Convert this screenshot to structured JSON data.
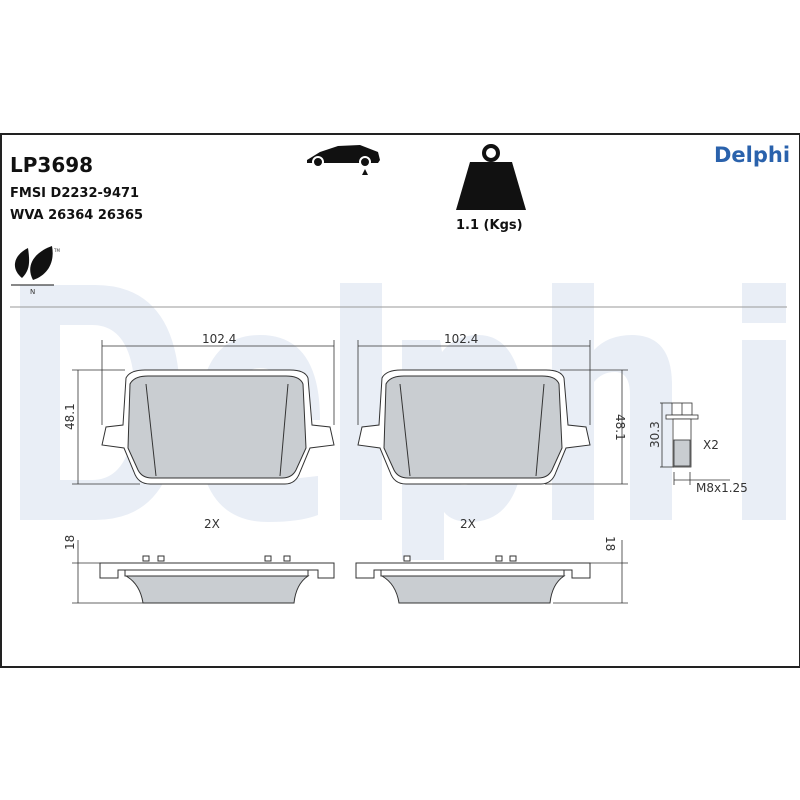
{
  "header": {
    "part_number": "LP3698",
    "fmsi": "FMSI D2232-9471",
    "wva": "WVA 26364 26365",
    "brand": "Delphi",
    "brand_color": "#2a62ac",
    "weight": "1.1 (Kgs)",
    "eco_mark": {
      "tm": "TM",
      "letter": "N"
    },
    "icons": [
      "car-rear-axle-icon",
      "weight-icon",
      "eco-leaf-icon"
    ]
  },
  "watermark": "Delphi",
  "drawings": {
    "pad_width": "102.4",
    "pad_height": "48.1",
    "pad_quantity": "2X",
    "pad_thickness": "18",
    "bolt_length": "30.3",
    "bolt_quantity": "X2",
    "bolt_thread": "M8x1.25"
  }
}
